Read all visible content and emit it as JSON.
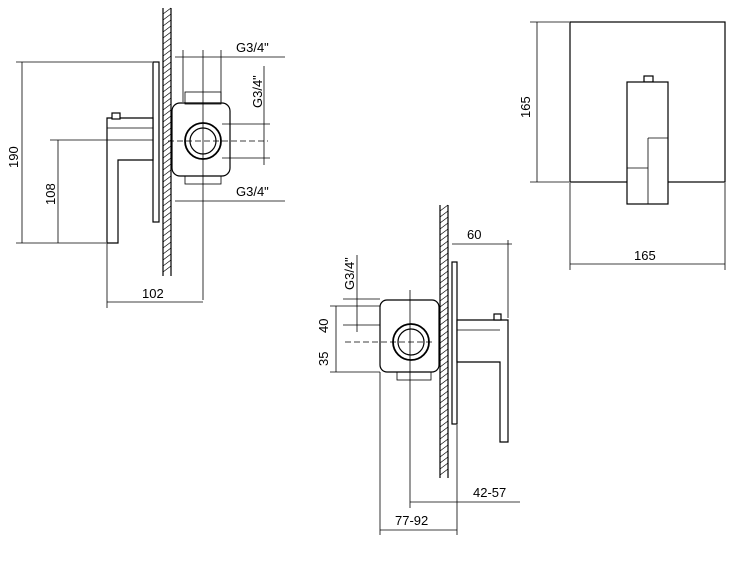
{
  "dimensions": {
    "side_view": {
      "height_overall": "190",
      "lever_height": "108",
      "depth": "102",
      "thread_top": "G3/4\"",
      "thread_side": "G3/4\"",
      "thread_bottom": "G3/4\""
    },
    "front_view": {
      "plate_height": "165",
      "plate_width": "165"
    },
    "section_view": {
      "thread": "G3/4\"",
      "offset_upper": "40",
      "offset_lower": "35",
      "plate_depth": "60",
      "projection": "42-57",
      "body_depth": "77-92"
    }
  }
}
